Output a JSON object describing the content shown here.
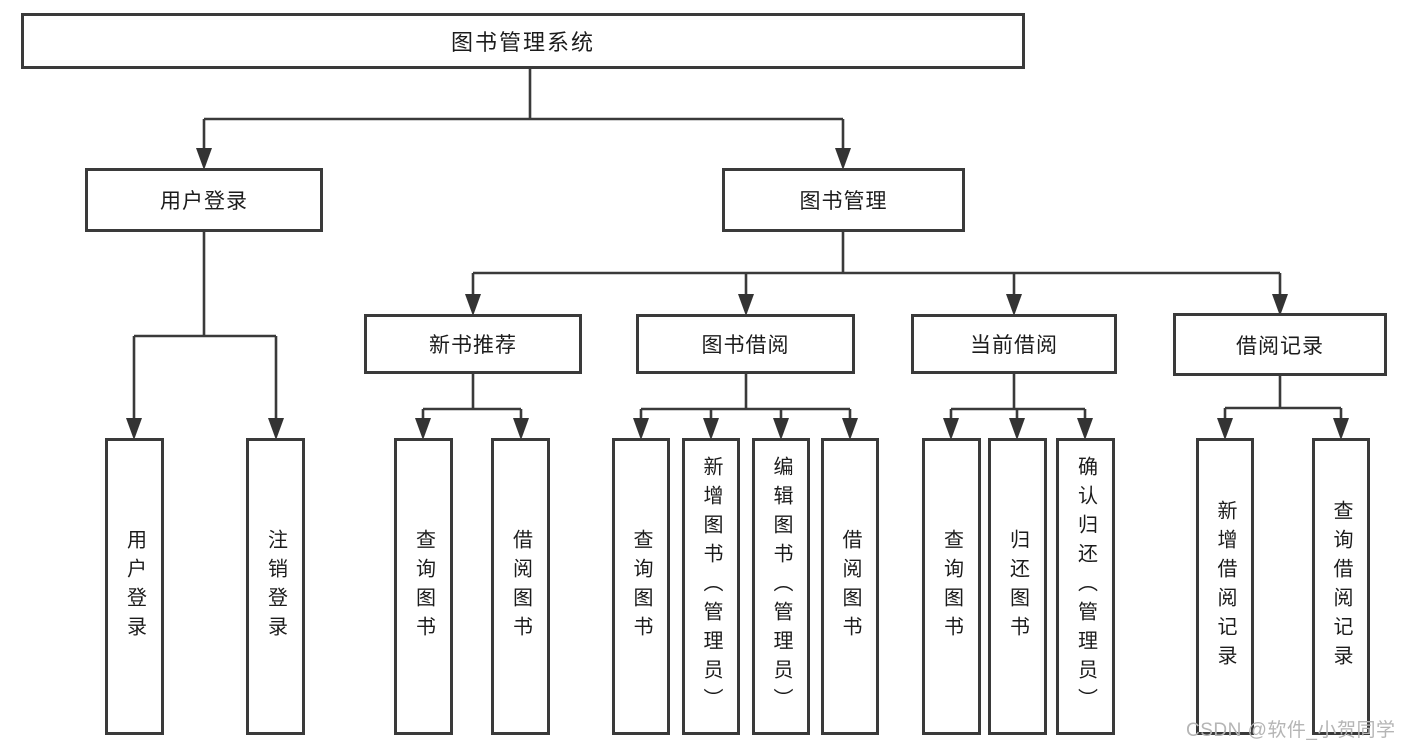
{
  "diagram": {
    "root": {
      "label": "图书管理系统"
    },
    "branches": [
      {
        "label": "用户登录",
        "children": [
          {
            "label": "用户登录"
          },
          {
            "label": "注销登录"
          }
        ]
      },
      {
        "label": "图书管理",
        "children": [
          {
            "label": "新书推荐",
            "children": [
              {
                "label": "查询图书"
              },
              {
                "label": "借阅图书"
              }
            ]
          },
          {
            "label": "图书借阅",
            "children": [
              {
                "label": "查询图书"
              },
              {
                "label": "新增图书（管理员）"
              },
              {
                "label": "编辑图书（管理员）"
              },
              {
                "label": "借阅图书"
              }
            ]
          },
          {
            "label": "当前借阅",
            "children": [
              {
                "label": "查询图书"
              },
              {
                "label": "归还图书"
              },
              {
                "label": "确认归还（管理员）"
              }
            ]
          },
          {
            "label": "借阅记录",
            "children": [
              {
                "label": "新增借阅记录"
              },
              {
                "label": "查询借阅记录"
              }
            ]
          }
        ]
      }
    ]
  },
  "watermark": {
    "text": "CSDN @软件_小贺同学"
  },
  "colors": {
    "box_border": "#3a3a3a",
    "connector_line": "#3a3a3a",
    "text": "#1c1c1c",
    "watermark": "#b5b5b5",
    "background": "#ffffff"
  }
}
